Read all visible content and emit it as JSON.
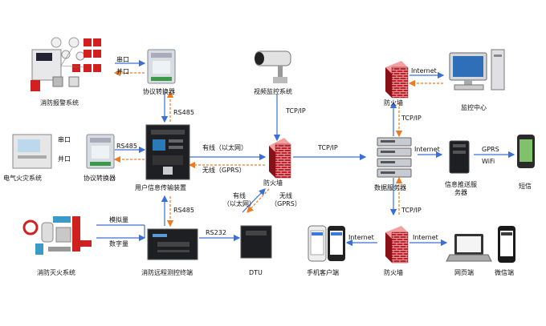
{
  "labels": {
    "fire_alarm_system": "消防报警系统",
    "serial_port_1": "串口",
    "parallel_port_1": "并口",
    "protocol_converter_top": "协议转换器",
    "rs485_top": "RS485",
    "electrical_fire_system": "电气火灾系统",
    "serial_port_2": "串口",
    "parallel_port_2": "并口",
    "protocol_converter_mid": "协议转换器",
    "rs485_left": "RS485",
    "user_transmission_device": "用户信息传输装置",
    "video_monitoring": "视频监控系统",
    "tcpip_camera": "TCP/IP",
    "wired_ethernet": "有线（以太网）",
    "wireless_gprs": "无线（GPRS）",
    "firewall_center": "防火墙",
    "tcpip_center": "TCP/IP",
    "firewall_top": "防火墙",
    "internet_top": "Internet",
    "monitoring_center": "监控中心",
    "tcpip_top": "TCP/IP",
    "data_server": "数据服务器",
    "internet_mid": "Internet",
    "push_server": "信息推送服务器",
    "gprs": "GPRS",
    "wifi": "WiFi",
    "sms": "短信",
    "rs485_bottom": "RS485",
    "fire_extinguish_system": "消防灭火系统",
    "analog": "模拟量",
    "digital": "数字量",
    "remote_terminal": "消防远程测控终端",
    "rs232": "RS232",
    "wired_ethernet_2": "有线\n（以太网）",
    "wireless_gprs_2": "无线\n（GPRS）",
    "dtu": "DTU",
    "tcpip_bottom": "TCP/IP",
    "mobile_client": "手机客户端",
    "internet_bottom_left": "Internet",
    "firewall_bottom": "防火墙",
    "internet_bottom_right": "Internet",
    "web_client": "网页端",
    "wechat_client": "微信端"
  },
  "colors": {
    "solid_arrow": "#3a6fd8",
    "dashed_arrow": "#f07a20",
    "firewall_red": "#c0202a"
  }
}
